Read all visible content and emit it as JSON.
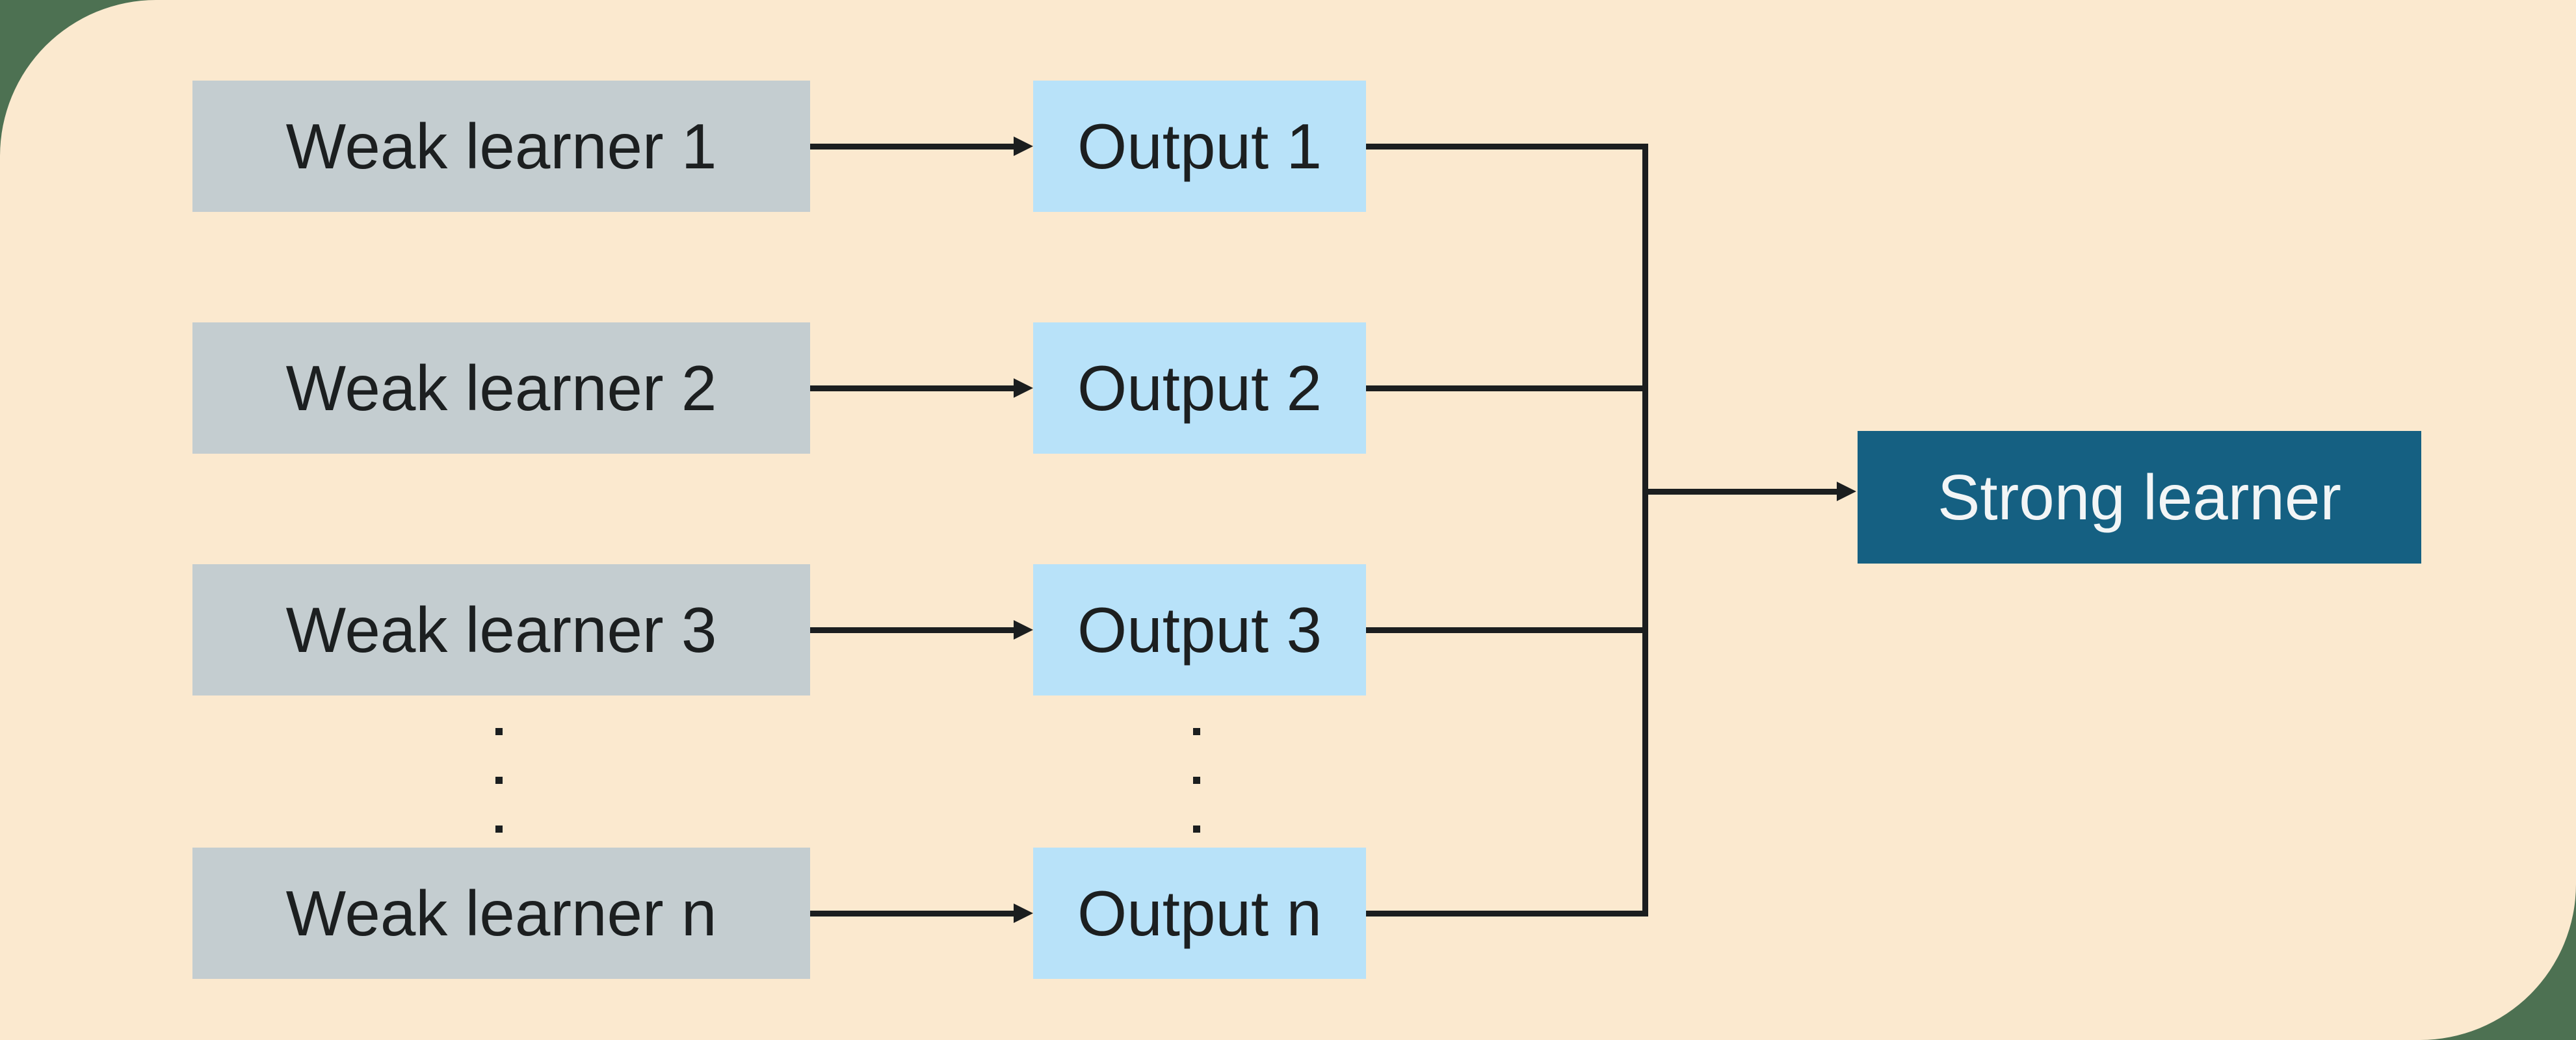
{
  "colors": {
    "canvas": "#4d7152",
    "panel": "#fbe9cf",
    "weak_box": "#c4cdd0",
    "output_box": "#b8e2f9",
    "strong_box": "#156082",
    "line": "#1b1e1f",
    "ink": "#1c1f20",
    "strong_ink": "#f2f5f6"
  },
  "diagram": {
    "rows": [
      {
        "weak": "Weak learner 1",
        "output": "Output 1"
      },
      {
        "weak": "Weak learner 2",
        "output": "Output 2"
      },
      {
        "weak": "Weak learner 3",
        "output": "Output 3"
      },
      {
        "weak": "Weak learner n",
        "output": "Output n"
      }
    ],
    "ellipsis": "...",
    "strong": "Strong learner"
  }
}
